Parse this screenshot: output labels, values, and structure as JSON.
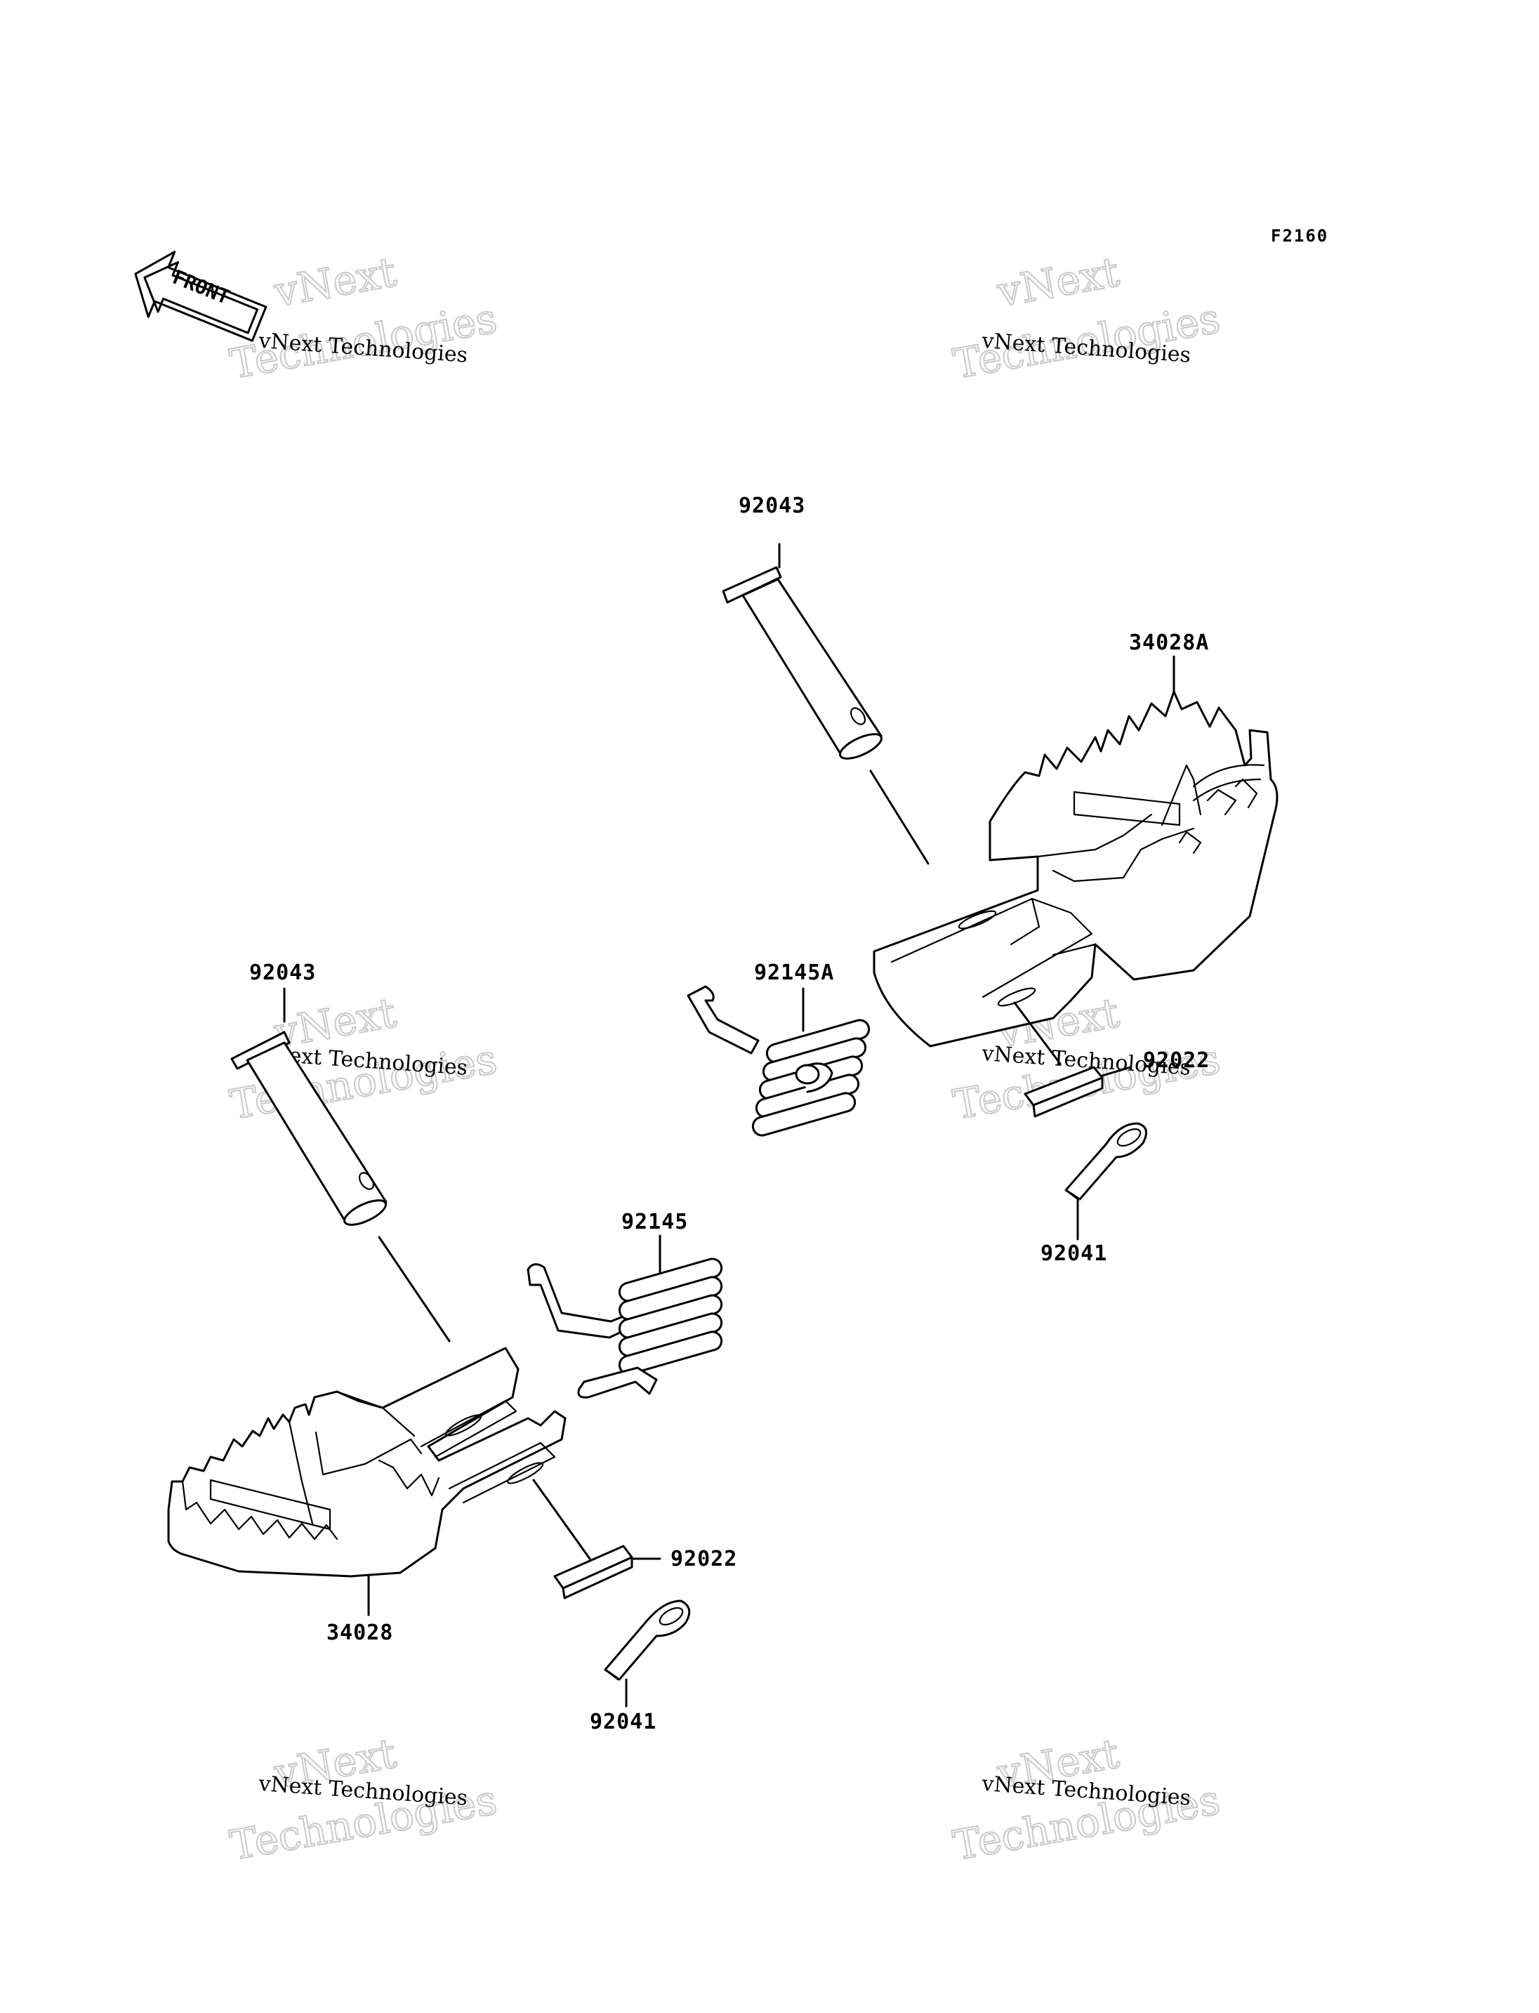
{
  "figure_code": "F2160",
  "front_arrow": {
    "label": "FRONT",
    "icon": "front-direction-arrow-icon"
  },
  "watermark": {
    "line_small": "vNext Technologies",
    "line_big_1": "vNext",
    "line_big_2": "Technologies"
  },
  "parts": {
    "top_pin": "92043",
    "right_footpeg": "34028A",
    "right_spring": "92145A",
    "right_washer": "92022",
    "right_cotter": "92041",
    "left_pin": "92043",
    "left_spring": "92145",
    "left_footpeg": "34028",
    "left_washer": "92022",
    "left_cotter": "92041"
  }
}
